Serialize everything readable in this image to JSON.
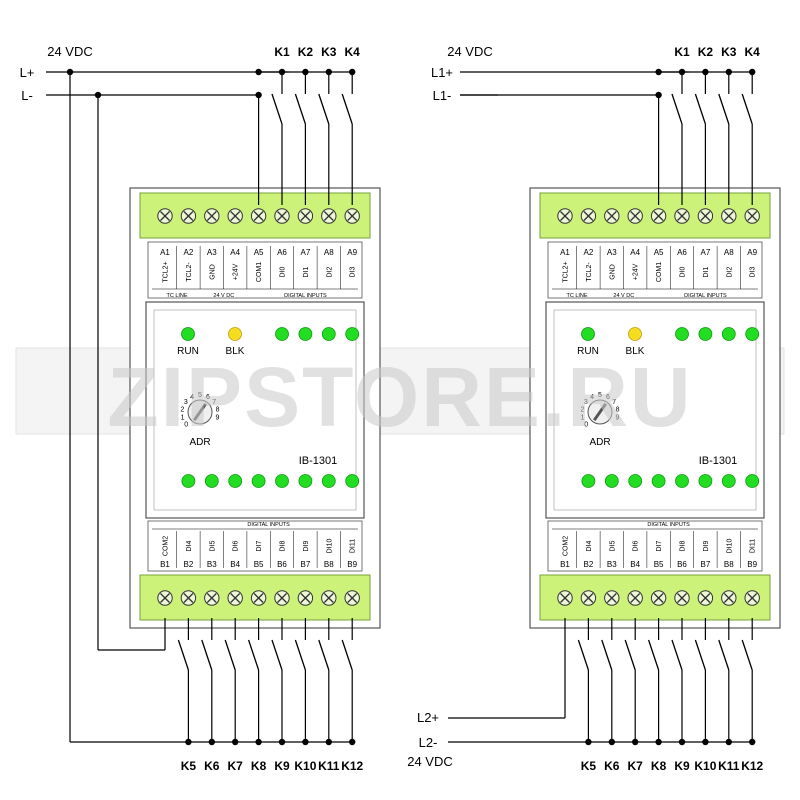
{
  "watermark": "ZIPSTORE.RU",
  "colors": {
    "led_green": "#22dd22",
    "led_yellow": "#f5dc1e",
    "terminal_block": "#ccf27a",
    "module_frame": "#e8e8e8",
    "wire": "#000000",
    "watermark_orange": "#f6a648",
    "watermark_gray": "#c8c8c8"
  },
  "left": {
    "supply_label": "24 VDC",
    "line_pos": "L+",
    "line_neg": "L-",
    "bottom_supply_label": "",
    "bottom_pos": "",
    "bottom_neg": ""
  },
  "right": {
    "supply_label": "24 VDC",
    "line_pos": "L1+",
    "line_neg": "L1-",
    "bottom_supply_label": "24 VDC",
    "bottom_pos": "L2+",
    "bottom_neg": "L2-"
  },
  "module": {
    "top_terminals": [
      "A1",
      "A2",
      "A3",
      "A4",
      "A5",
      "A6",
      "A7",
      "A8",
      "A9"
    ],
    "top_signals": [
      "TCL2+",
      "TCL2-",
      "GND",
      "+24V",
      "COM1",
      "DI0",
      "DI1",
      "DI2",
      "DI3"
    ],
    "top_groups": [
      "TC LINE",
      "24 V DC",
      "DIGITAL INPUTS"
    ],
    "bottom_group": "DIGITAL INPUTS",
    "bottom_signals": [
      "COM2",
      "DI4",
      "DI5",
      "DI6",
      "DI7",
      "DI8",
      "DI9",
      "DI10",
      "DI11"
    ],
    "bottom_terminals": [
      "B1",
      "B2",
      "B3",
      "B4",
      "B5",
      "B6",
      "B7",
      "B8",
      "B9"
    ],
    "run_label": "RUN",
    "blk_label": "BLK",
    "adr_label": "ADR",
    "model": "IB-1301",
    "dial_digits": [
      "0",
      "1",
      "2",
      "3",
      "4",
      "5",
      "6",
      "7",
      "8",
      "9"
    ]
  },
  "contacts_top": [
    "K1",
    "K2",
    "K3",
    "K4"
  ],
  "contacts_bottom": [
    "K5",
    "K6",
    "K7",
    "K8",
    "K9",
    "K10",
    "K11",
    "K12"
  ]
}
